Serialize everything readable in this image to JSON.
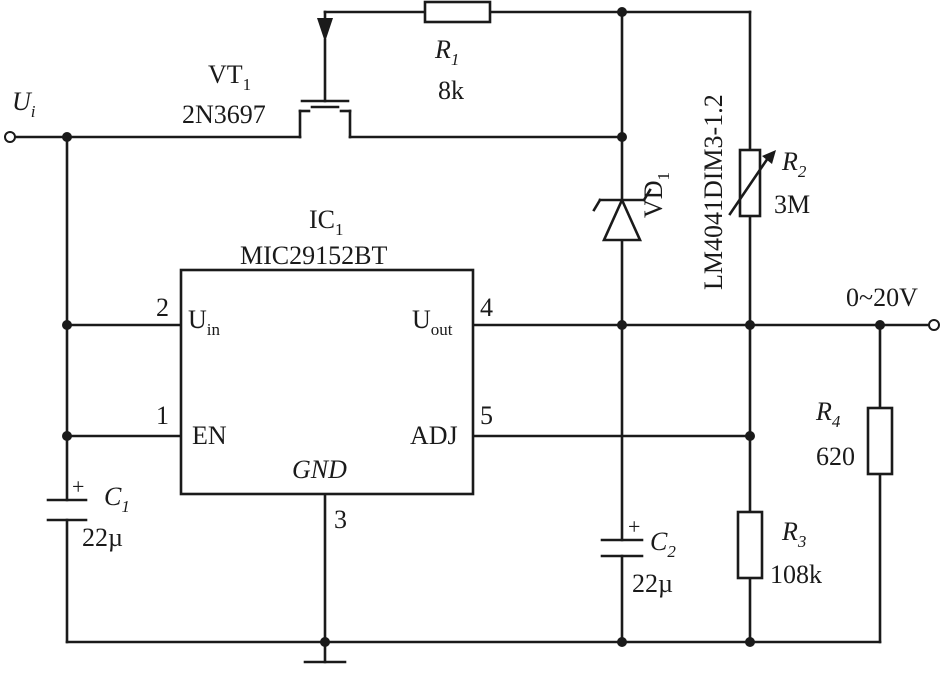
{
  "input": {
    "symbol": "U",
    "sub": "i"
  },
  "output": {
    "label": "0~20V"
  },
  "ic": {
    "designator": "IC",
    "designator_sub": "1",
    "part": "MIC29152BT",
    "pins": {
      "uin": {
        "num": "2",
        "label": "U",
        "sub": "in"
      },
      "en": {
        "num": "1",
        "label": "EN"
      },
      "uout": {
        "num": "4",
        "label": "U",
        "sub": "out"
      },
      "adj": {
        "num": "5",
        "label": "ADJ"
      },
      "gnd": {
        "num": "3",
        "label": "GND"
      }
    }
  },
  "vt1": {
    "designator": "VT",
    "sub": "1",
    "part": "2N3697"
  },
  "vd1": {
    "designator": "VD",
    "sub": "1",
    "part": "LM4041DIM3-1.2"
  },
  "r1": {
    "designator": "R",
    "sub": "1",
    "value": "8k"
  },
  "r2": {
    "designator": "R",
    "sub": "2",
    "value": "3M"
  },
  "r3": {
    "designator": "R",
    "sub": "3",
    "value": "108k"
  },
  "r4": {
    "designator": "R",
    "sub": "4",
    "value": "620"
  },
  "c1": {
    "designator": "C",
    "sub": "1",
    "value": "22µ",
    "polarity": "+"
  },
  "c2": {
    "designator": "C",
    "sub": "2",
    "value": "22µ",
    "polarity": "+"
  }
}
